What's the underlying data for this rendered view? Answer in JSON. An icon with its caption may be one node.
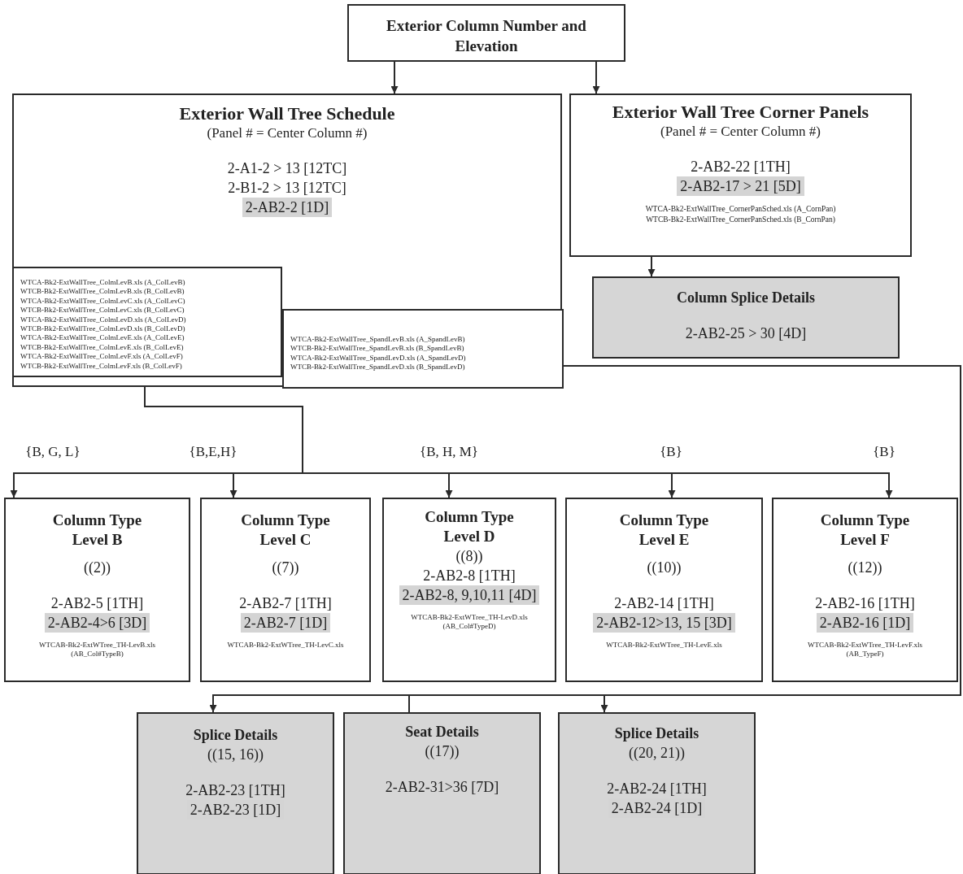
{
  "diagram": {
    "nodes": [
      {
        "text": [
          "Exterior Column Number and Elevation"
        ]
      },
      {
        "text": [
          "Exterior Wall Tree Schedule",
          "(Panel # = Center Column #)",
          "2-A1-2 > 13 [12TC]",
          "2-B1-2 > 13 [12TC]",
          "2-AB2-2 [1D]"
        ]
      },
      {
        "text": [
          "WTCA-Bk2-ExtWallTree_ColmLevB.xls (A_ColLevB)",
          "WTCB-Bk2-ExtWallTree_ColmLevB.xls (B_ColLevB)",
          "WTCA-Bk2-ExtWallTree_ColmLevC.xls (A_ColLevC)",
          "WTCB-Bk2-ExtWallTree_ColmLevC.xls (B_ColLevC)",
          "WTCA-Bk2-ExtWallTree_ColmLevD.xls (A_ColLevD)",
          "WTCB-Bk2-ExtWallTree_ColmLevD.xls (B_ColLevD)",
          "WTCA-Bk2-ExtWallTree_ColmLevE.xls (A_ColLevE)",
          "WTCB-Bk2-ExtWallTree_ColmLevE.xls (B_ColLevE)",
          "WTCA-Bk2-ExtWallTree_ColmLevF.xls (A_ColLevF)",
          "WTCB-Bk2-ExtWallTree_ColmLevF.xls (B_ColLevF)"
        ],
        "in": 1
      },
      {
        "text": [
          "WTCA-Bk2-ExtWallTree_SpandLevB.xls (A_SpandLevB)",
          "WTCB-Bk2-ExtWallTree_SpandLevB.xls (B_SpandLevB)",
          "WTCA-Bk2-ExtWallTree_SpandLevD.xls (A_SpandLevD)",
          "WTCB-Bk2-ExtWallTree_SpandLevD.xls (B_SpandLevD)"
        ],
        "in": 1
      },
      {
        "text": [
          "Exterior Wall Tree Corner Panels",
          "(Panel # = Center Column #)",
          "2-AB2-22 [1TH]",
          "2-AB2-17 > 21 [5D]",
          "WTCA-Bk2-ExtWallTree_CornerPanSched.xls (A_CornPan)",
          "WTCB-Bk2-ExtWallTree_CornerPanSched.xls (B_CornPan)"
        ]
      },
      {
        "text": [
          "Column Splice Details",
          "2-AB2-25 > 30 [4D]"
        ]
      },
      {
        "text": [
          "Column Type Level B",
          "((2))",
          "2-AB2-5 [1TH]",
          "2-AB2-4>6 [3D]",
          "WTCAB-Bk2-ExtWTree_TH-LevB.xls (AB_Col#TypeB)"
        ]
      },
      {
        "text": [
          "Column Type Level C",
          "((7))",
          "2-AB2-7 [1TH]",
          "2-AB2-7 [1D]",
          "WTCAB-Bk2-ExtWTree_TH-LevC.xls"
        ]
      },
      {
        "text": [
          "Column Type Level D",
          "((8))",
          "2-AB2-8 [1TH]",
          "2-AB2-8, 9,10,11 [4D]",
          "WTCAB-Bk2-ExtWTree_TH-LevD.xls (AB_Col#TypeD)"
        ]
      },
      {
        "text": [
          "Column Type Level E",
          "((10))",
          "2-AB2-14 [1TH]",
          "2-AB2-12>13, 15 [3D]",
          "WTCAB-Bk2-ExtWTree_TH-LevE.xls"
        ]
      },
      {
        "text": [
          "Column Type Level F",
          "((12))",
          "2-AB2-16 [1TH]",
          "2-AB2-16 [1D]",
          "WTCAB-Bk2-ExtWTree_TH-LevF.xls (AB_TypeF)"
        ]
      },
      {
        "text": [
          "Splice Details",
          "((15, 16))",
          "2-AB2-23 [1TH]",
          "2-AB2-23 [1D]"
        ]
      },
      {
        "text": [
          "Seat Details",
          "((17))",
          "2-AB2-31>36 [7D]"
        ]
      },
      {
        "text": [
          "Splice Details",
          "((20, 21))",
          "2-AB2-24 [1TH]",
          "2-AB2-24 [1D]"
        ]
      }
    ],
    "edges": [
      {
        "from": 0,
        "to": 1,
        "arrow": "to"
      },
      {
        "from": 0,
        "to": 4,
        "arrow": "to"
      },
      {
        "from": 4,
        "to": 5,
        "arrow": "to"
      },
      {
        "from": 1,
        "to": 6,
        "arrow": "to",
        "label": "{B, G, L}"
      },
      {
        "from": 1,
        "to": 7,
        "arrow": "to",
        "label": "{B,E,H}"
      },
      {
        "from": 1,
        "to": 8,
        "arrow": "to",
        "label": "{B, H, M}"
      },
      {
        "from": 1,
        "to": 9,
        "arrow": "to",
        "label": "{B}"
      },
      {
        "from": 1,
        "to": 10,
        "arrow": "to",
        "label": "{B}"
      },
      {
        "from": 1,
        "to": 11,
        "arrow": "to"
      },
      {
        "from": 1,
        "to": 12,
        "arrow": "none"
      },
      {
        "from": 1,
        "to": 13,
        "arrow": "to"
      }
    ]
  }
}
